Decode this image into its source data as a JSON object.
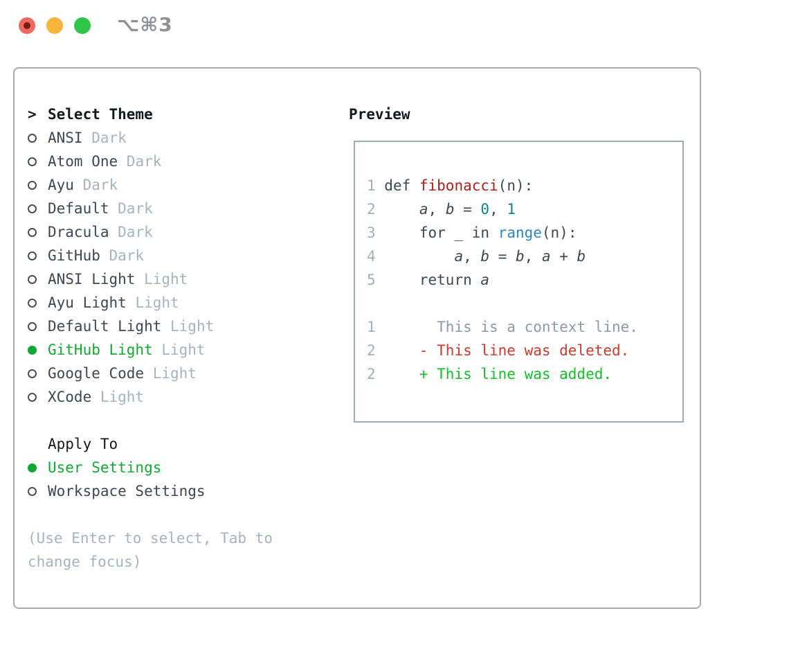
{
  "window": {
    "title": "⌥⌘3",
    "traffic_lights": [
      {
        "name": "close",
        "color": "#ee6a5e"
      },
      {
        "name": "minimize",
        "color": "#f5b53d"
      },
      {
        "name": "zoom",
        "color": "#2fc546"
      }
    ]
  },
  "theme_picker": {
    "header": {
      "marker": ">",
      "label": "Select Theme"
    },
    "items": [
      {
        "name": "ANSI",
        "variant": "Dark",
        "selected": false
      },
      {
        "name": "Atom One",
        "variant": "Dark",
        "selected": false
      },
      {
        "name": "Ayu",
        "variant": "Dark",
        "selected": false
      },
      {
        "name": "Default",
        "variant": "Dark",
        "selected": false
      },
      {
        "name": "Dracula",
        "variant": "Dark",
        "selected": false
      },
      {
        "name": "GitHub",
        "variant": "Dark",
        "selected": false
      },
      {
        "name": "ANSI Light",
        "variant": "Light",
        "selected": false
      },
      {
        "name": "Ayu Light",
        "variant": "Light",
        "selected": false
      },
      {
        "name": "Default Light",
        "variant": "Light",
        "selected": false
      },
      {
        "name": "GitHub Light",
        "variant": "Light",
        "selected": true
      },
      {
        "name": "Google Code",
        "variant": "Light",
        "selected": false
      },
      {
        "name": "XCode",
        "variant": "Light",
        "selected": false
      }
    ],
    "apply_to": {
      "label": "Apply To",
      "options": [
        {
          "name": "User Settings",
          "selected": true
        },
        {
          "name": "Workspace Settings",
          "selected": false
        }
      ]
    },
    "help_lines": [
      "(Use Enter to select, Tab to",
      "change focus)"
    ]
  },
  "preview": {
    "label": "Preview",
    "lines": [
      {
        "kind": "code-line",
        "num": "1",
        "tokens": [
          {
            "t": " def ",
            "c": "fg"
          },
          {
            "t": "fibonacci",
            "c": "fn"
          },
          {
            "t": "(n):",
            "c": "fg"
          }
        ]
      },
      {
        "kind": "code-line",
        "num": "2",
        "tokens": [
          {
            "t": "     ",
            "c": "fg"
          },
          {
            "t": "a",
            "c": "fg",
            "i": true
          },
          {
            "t": ", ",
            "c": "fg"
          },
          {
            "t": "b",
            "c": "fg",
            "i": true
          },
          {
            "t": " = ",
            "c": "fg"
          },
          {
            "t": "0",
            "c": "num"
          },
          {
            "t": ", ",
            "c": "fg"
          },
          {
            "t": "1",
            "c": "num"
          }
        ]
      },
      {
        "kind": "code-line",
        "num": "3",
        "tokens": [
          {
            "t": "     for _ in ",
            "c": "fg"
          },
          {
            "t": "range",
            "c": "bi"
          },
          {
            "t": "(n):",
            "c": "fg"
          }
        ]
      },
      {
        "kind": "code-line",
        "num": "4",
        "tokens": [
          {
            "t": "         ",
            "c": "fg"
          },
          {
            "t": "a",
            "c": "fg",
            "i": true
          },
          {
            "t": ", ",
            "c": "fg"
          },
          {
            "t": "b",
            "c": "fg",
            "i": true
          },
          {
            "t": " = ",
            "c": "fg"
          },
          {
            "t": "b",
            "c": "fg",
            "i": true
          },
          {
            "t": ", ",
            "c": "fg"
          },
          {
            "t": "a",
            "c": "fg",
            "i": true
          },
          {
            "t": " + ",
            "c": "fg"
          },
          {
            "t": "b",
            "c": "fg",
            "i": true
          }
        ]
      },
      {
        "kind": "code-line",
        "num": "5",
        "tokens": [
          {
            "t": "     return ",
            "c": "fg"
          },
          {
            "t": "a",
            "c": "fg",
            "i": true
          }
        ]
      },
      {
        "kind": "blank-line",
        "num": "",
        "tokens": []
      },
      {
        "kind": "diff-context-line",
        "num": "1",
        "tokens": [
          {
            "t": "       This is a context line.",
            "c": "ctx"
          }
        ]
      },
      {
        "kind": "diff-deleted-line",
        "num": "2",
        "tokens": [
          {
            "t": "     - This line was deleted.",
            "c": "del"
          }
        ]
      },
      {
        "kind": "diff-added-line",
        "num": "2",
        "tokens": [
          {
            "t": "     + This line was added.",
            "c": "add"
          }
        ]
      }
    ]
  },
  "colors": {
    "accent_green": "#12a733",
    "muted": "#a8b2bc",
    "foreground": "#3f4650",
    "heading": "#15181c",
    "border": "#a2abb5",
    "function_red": "#b01f1a",
    "number_teal": "#0d8484",
    "builtin_blue": "#2e86c1",
    "context_gray": "#8f99a2",
    "deleted_red": "#c93a2b",
    "added_green": "#17bc2b",
    "line_number": "#a4aeb8",
    "tl_red": "#ee6a5e",
    "tl_yellow": "#f5b53d",
    "tl_green": "#2fc546"
  }
}
